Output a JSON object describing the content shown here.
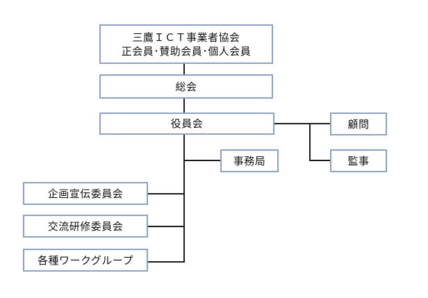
{
  "org": {
    "top": {
      "line1": "三鷹ＩＣＴ事業者協会",
      "line2": "正会員･賛助会員･個人会員"
    },
    "general_meeting": "総会",
    "board": "役員会",
    "advisor": "顧問",
    "auditor": "監事",
    "secretariat": "事務局",
    "committees": [
      "企画宣伝委員会",
      "交流研修委員会",
      "各種ワークグループ"
    ]
  },
  "colors": {
    "box_border": "#8da0c4",
    "connector": "#1a1a1a"
  }
}
